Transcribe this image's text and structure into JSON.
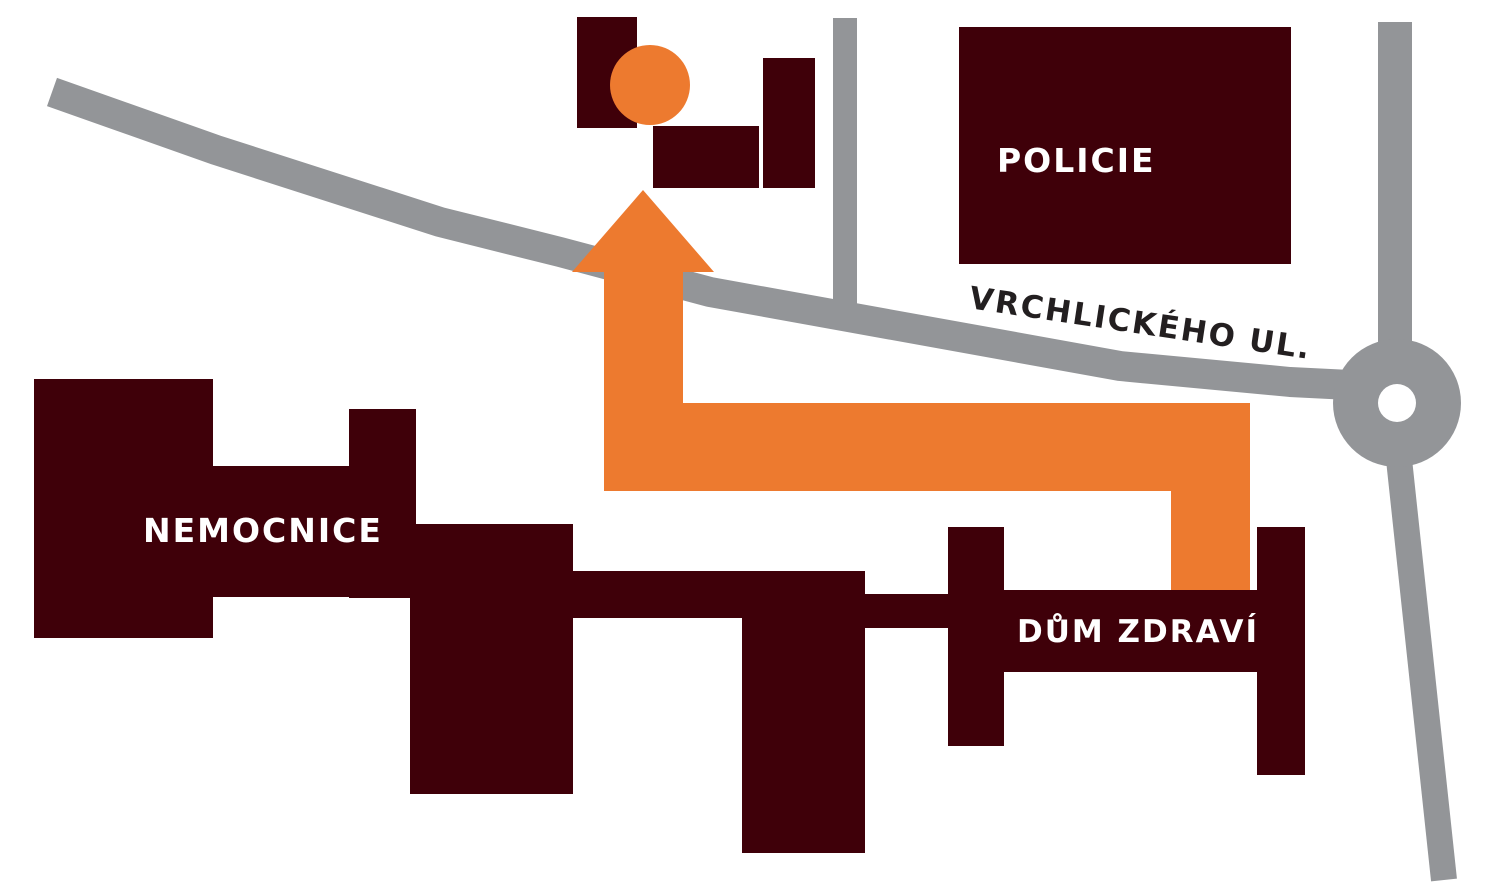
{
  "labels": {
    "police": "POLICIE",
    "street": "VRCHLICKÉHO UL.",
    "hospital": "NEMOCNICE",
    "health_house": "DŮM ZDRAVÍ"
  },
  "colors": {
    "building": "#3f0009",
    "road": "#939598",
    "route": "#ed7a2f",
    "label_light": "#ffffff",
    "label_dark": "#231f20"
  }
}
